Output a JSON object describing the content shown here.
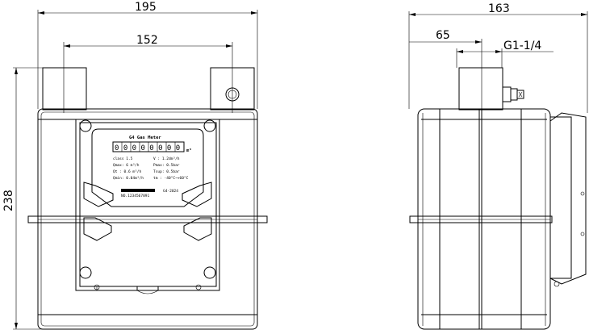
{
  "dimensions": {
    "overall_width_front": "195",
    "port_spacing": "152",
    "overall_height": "238",
    "overall_depth_side": "163",
    "port_offset_side": "65",
    "thread_spec": "G1-1/4"
  },
  "nameplate": {
    "title": "G4  Gas Meter",
    "counter_digits": "00000000",
    "unit": "m³",
    "class_line": "class  1.5",
    "v_line": "V   : 1.2dm³/h",
    "qmax_line": "Qmax:  6  m³/h",
    "pmax_line": "Pmax: 0.5bar",
    "qt_line": "Qt  :  0.6 m³/h",
    "temp_gas_line": "Tsup: 0.5bar",
    "qmin_line": "Qmin: 0.04m³/h",
    "tm_line": "tm : -40°C~+60°C",
    "serial": "NO.1234567891",
    "model_code": "G4-2024"
  },
  "colors": {
    "line": "#000000",
    "background": "#ffffff"
  }
}
